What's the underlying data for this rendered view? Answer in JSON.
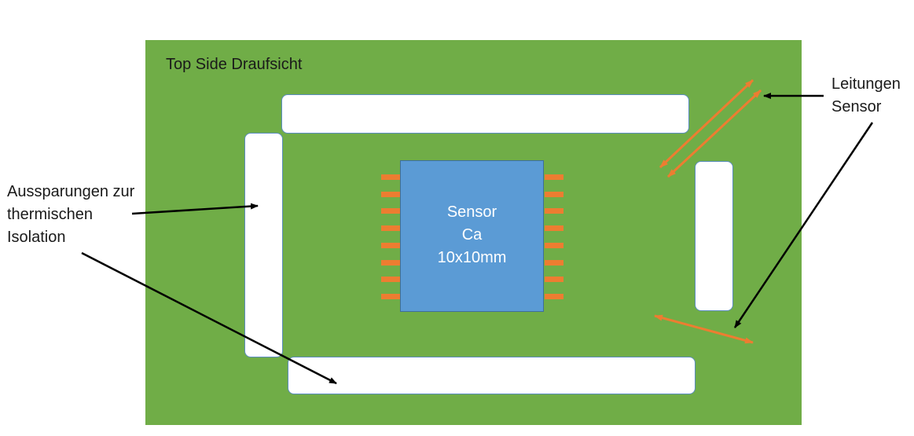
{
  "board": {
    "title": "Top Side Draufsicht",
    "color": "#70ad47"
  },
  "sensor": {
    "line1": "Sensor",
    "line2": "Ca",
    "line3": "10x10mm",
    "color": "#5b9bd5"
  },
  "pin_color": "#ed7d31",
  "cutout_color": "#ffffff",
  "labels": {
    "isolation": {
      "line1": "Aussparungen zur",
      "line2": "thermischen",
      "line3": "Isolation"
    },
    "leads": {
      "line1": "Leitungen",
      "line2": "Sensor"
    }
  },
  "arrow_color": "#000000"
}
